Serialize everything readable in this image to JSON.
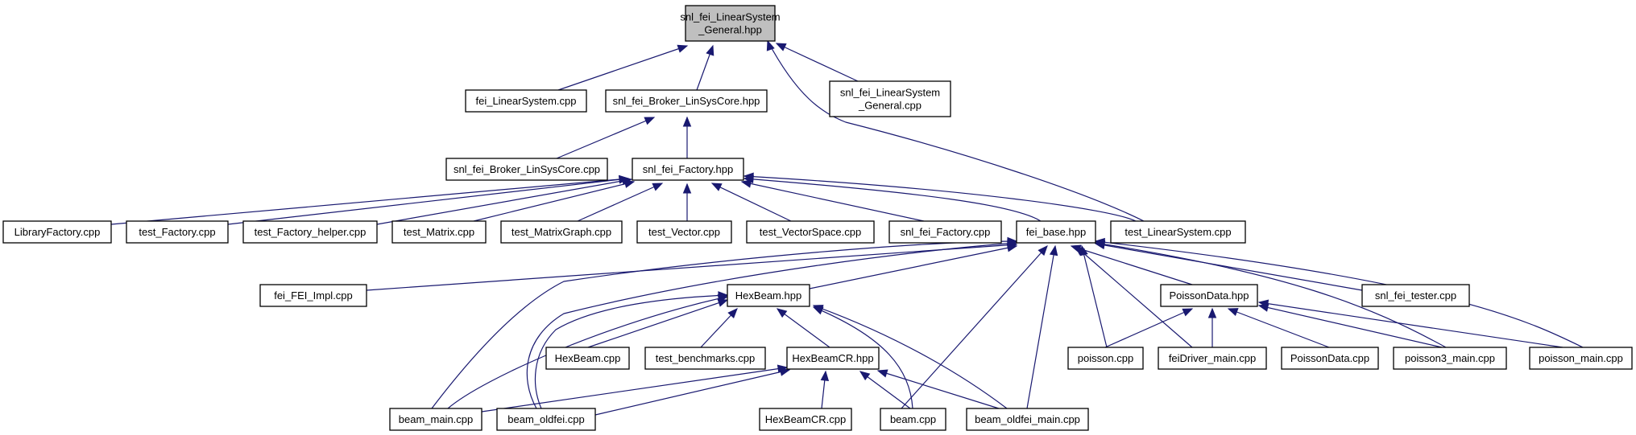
{
  "graph": {
    "colors": {
      "edge": "#191970",
      "root_fill": "#bfbfbf",
      "node_fill": "#ffffff",
      "node_stroke": "#000000"
    },
    "nodes": {
      "root": "snl_fei_LinearSystem\n_General.hpp",
      "fei_linearsystem_cpp": "fei_LinearSystem.cpp",
      "snl_fei_broker_linsyscore_hpp": "snl_fei_Broker_LinSysCore.hpp",
      "snl_fei_linearsystem_general_cpp": "snl_fei_LinearSystem\n_General.cpp",
      "snl_fei_broker_linsyscore_cpp": "snl_fei_Broker_LinSysCore.cpp",
      "snl_fei_factory_hpp": "snl_fei_Factory.hpp",
      "libraryfactory_cpp": "LibraryFactory.cpp",
      "test_factory_cpp": "test_Factory.cpp",
      "test_factory_helper_cpp": "test_Factory_helper.cpp",
      "test_matrix_cpp": "test_Matrix.cpp",
      "test_matrixgraph_cpp": "test_MatrixGraph.cpp",
      "test_vector_cpp": "test_Vector.cpp",
      "test_vectorspace_cpp": "test_VectorSpace.cpp",
      "snl_fei_factory_cpp": "snl_fei_Factory.cpp",
      "fei_base_hpp": "fei_base.hpp",
      "test_linearsystem_cpp": "test_LinearSystem.cpp",
      "fei_fei_impl_cpp": "fei_FEI_Impl.cpp",
      "hexbeam_hpp": "HexBeam.hpp",
      "poissondata_hpp": "PoissonData.hpp",
      "snl_fei_tester_cpp": "snl_fei_tester.cpp",
      "hexbeam_cpp": "HexBeam.cpp",
      "test_benchmarks_cpp": "test_benchmarks.cpp",
      "hexbeamcr_hpp": "HexBeamCR.hpp",
      "poisson_cpp": "poisson.cpp",
      "feidriver_main_cpp": "feiDriver_main.cpp",
      "poissondata_cpp": "PoissonData.cpp",
      "poisson3_main_cpp": "poisson3_main.cpp",
      "poisson_main_cpp": "poisson_main.cpp",
      "beam_main_cpp": "beam_main.cpp",
      "beam_oldfei_cpp": "beam_oldfei.cpp",
      "hexbeamcr_cpp": "HexBeamCR.cpp",
      "beam_cpp": "beam.cpp",
      "beam_oldfei_main_cpp": "beam_oldfei_main.cpp"
    }
  }
}
